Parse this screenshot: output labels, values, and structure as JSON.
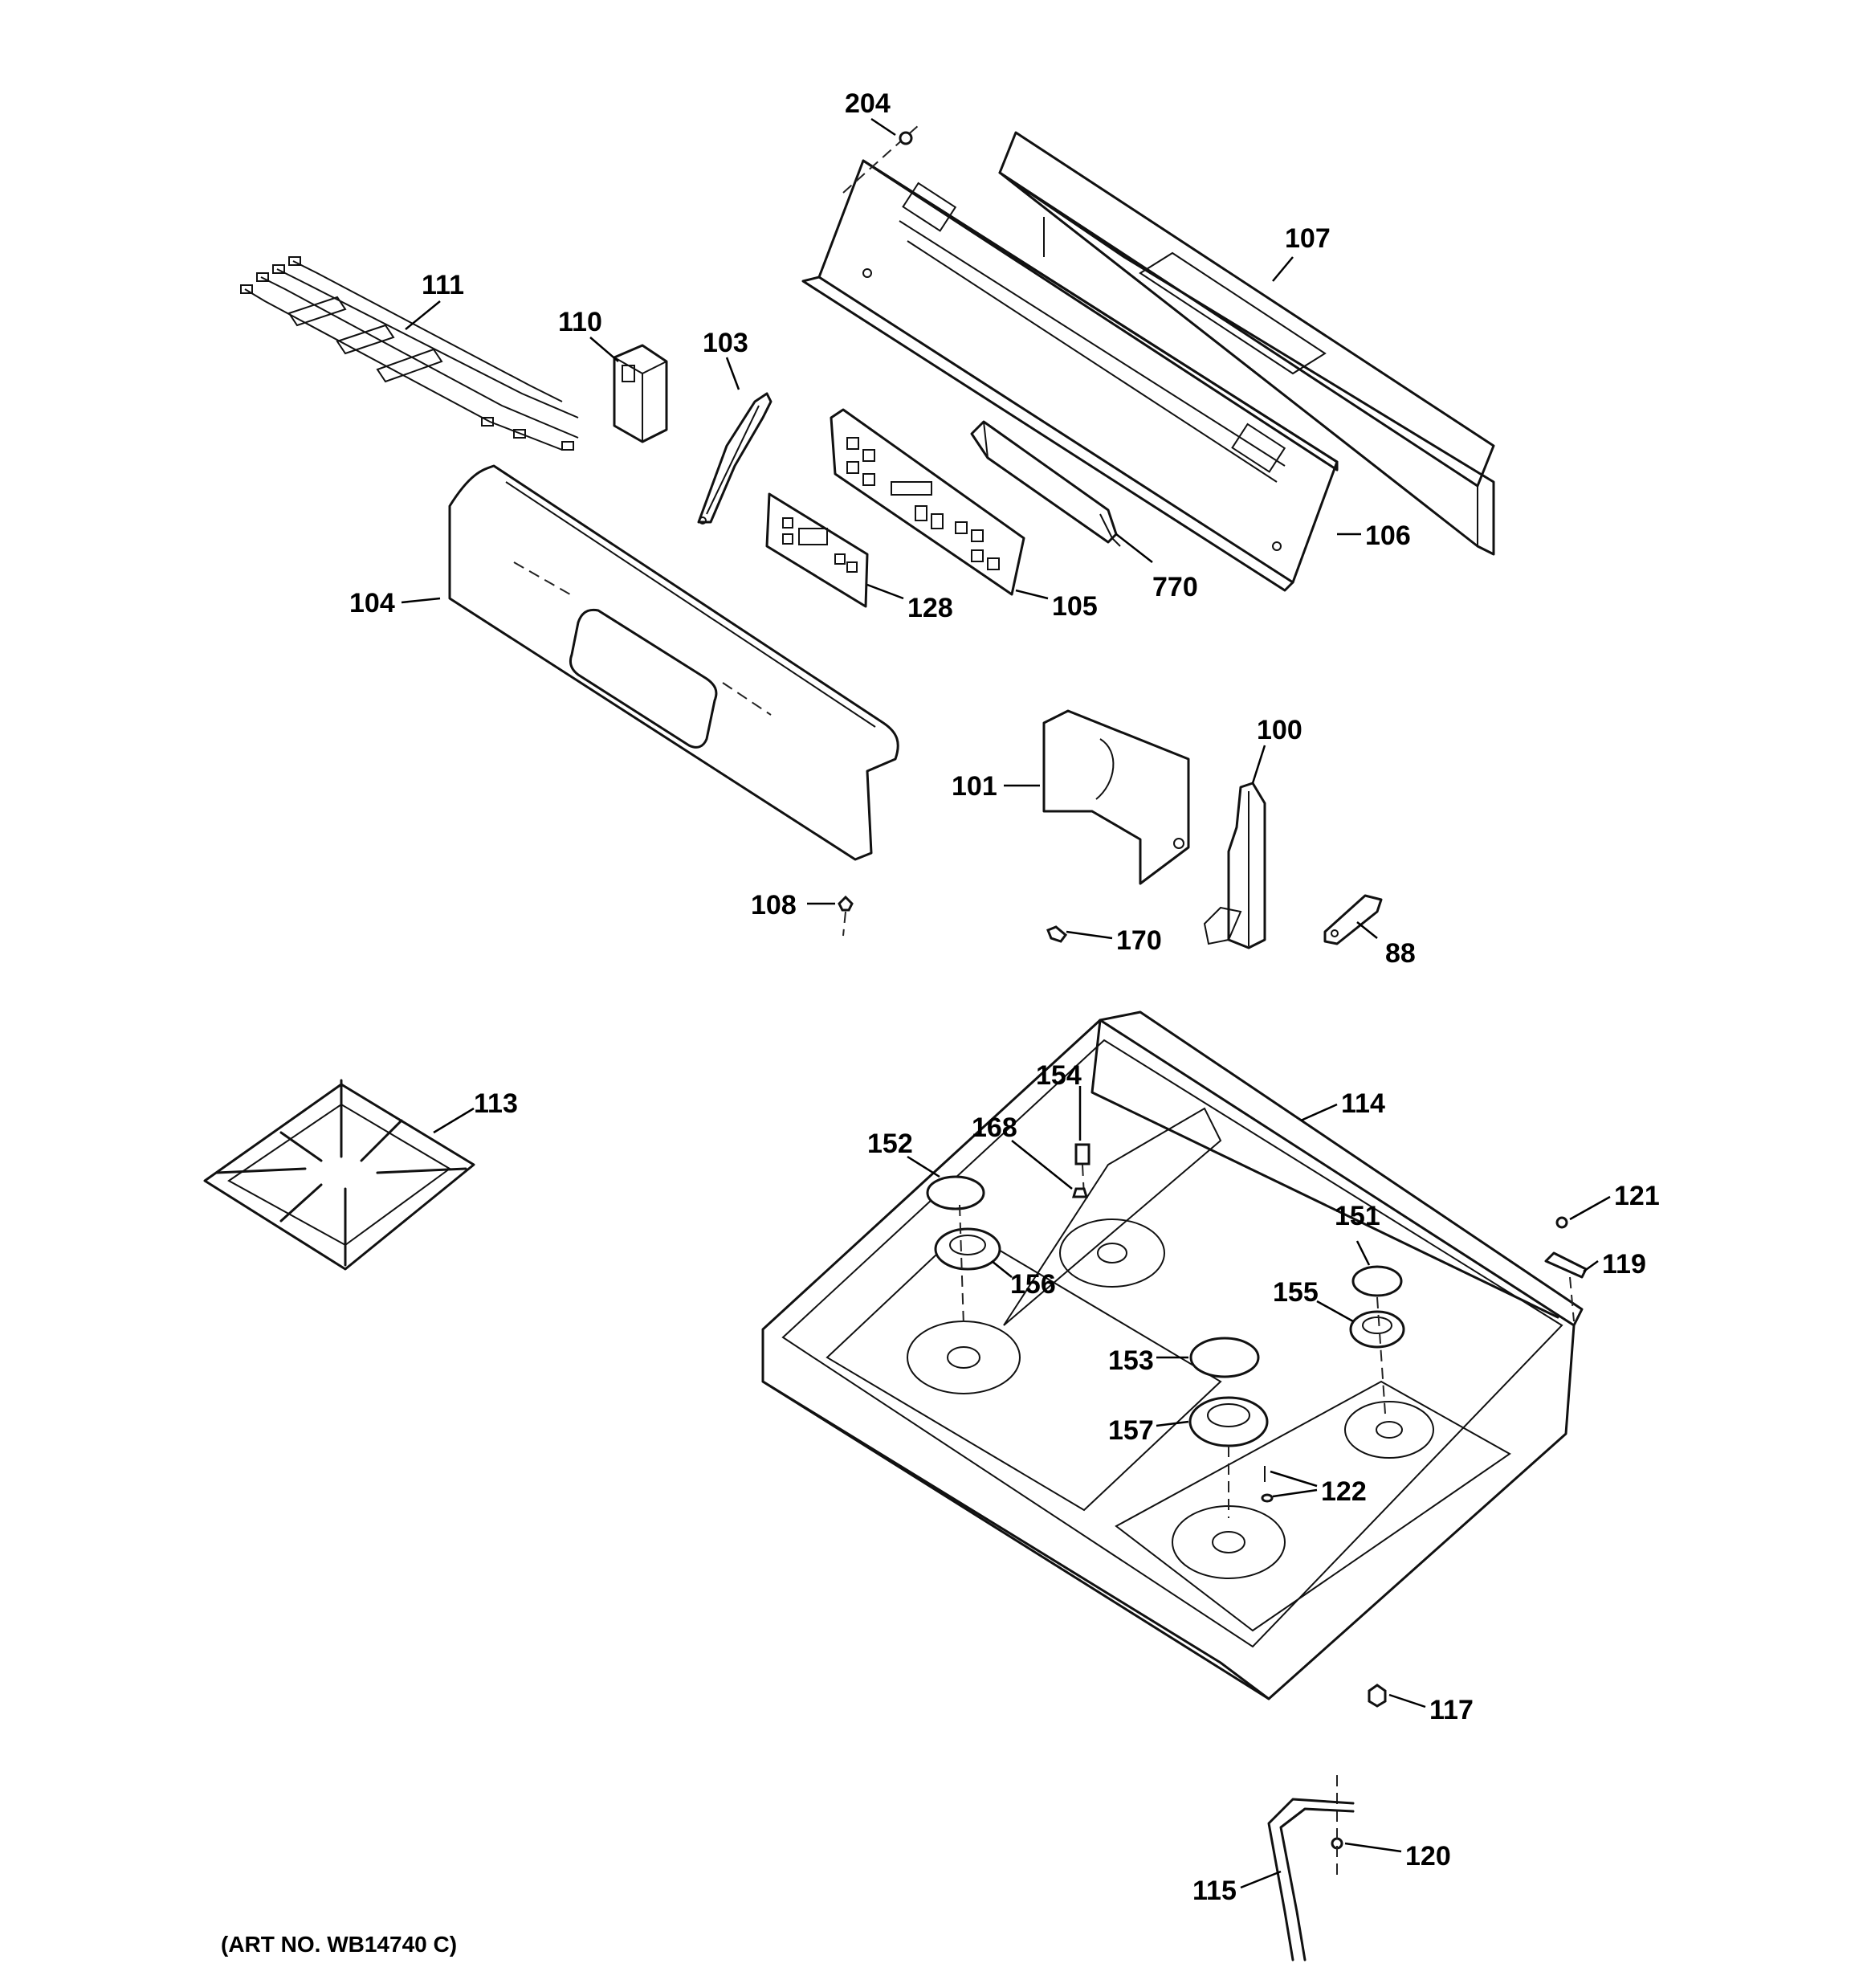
{
  "callouts": {
    "c204": "204",
    "c107": "107",
    "c111": "111",
    "c110": "110",
    "c103": "103",
    "c106": "106",
    "c770": "770",
    "c104": "104",
    "c128": "128",
    "c105": "105",
    "c100": "100",
    "c101": "101",
    "c108": "108",
    "c170": "170",
    "c88": "88",
    "c113": "113",
    "c114": "114",
    "c154": "154",
    "c168": "168",
    "c152": "152",
    "c156": "156",
    "c121": "121",
    "c151": "151",
    "c119": "119",
    "c155": "155",
    "c153": "153",
    "c157": "157",
    "c122": "122",
    "c117": "117",
    "c120": "120",
    "c115": "115"
  },
  "art_number": "(ART NO. WB14740 C)"
}
